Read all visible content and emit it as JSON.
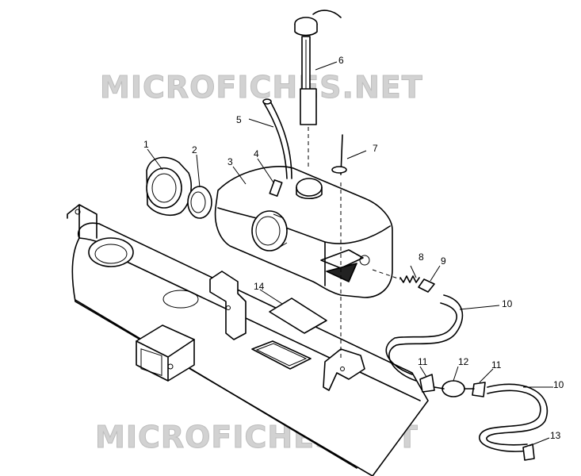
{
  "watermark": {
    "top": "MICROFICHES.NET",
    "bottom": "MICROFICHES.NET"
  },
  "callouts": {
    "c1": "1",
    "c2": "2",
    "c3": "3",
    "c4": "4",
    "c5": "5",
    "c6": "6",
    "c7": "7",
    "c8": "8",
    "c9": "9",
    "c10a": "10",
    "c10b": "10",
    "c11a": "11",
    "c11b": "11",
    "c12": "12",
    "c13": "13",
    "c14": "14"
  }
}
